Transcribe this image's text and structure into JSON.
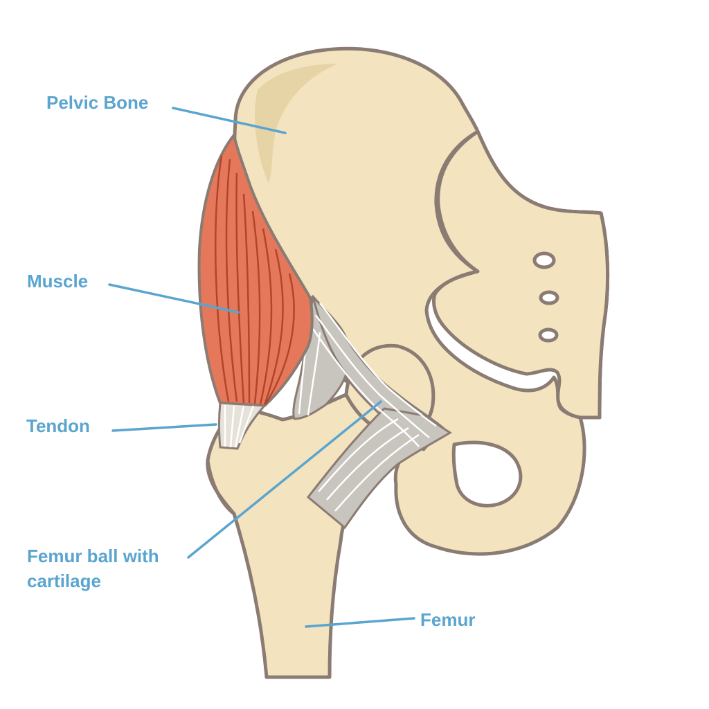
{
  "labels": {
    "pelvic_bone": "Pelvic Bone",
    "muscle": "Muscle",
    "tendon": "Tendon",
    "femur_ball_line1": "Femur ball with",
    "femur_ball_line2": "cartilage",
    "femur": "Femur"
  },
  "colors": {
    "bone_fill": "#f3e3bf",
    "bone_shadow": "#e7d4a6",
    "outline": "#8a7b73",
    "muscle": "#e5785b",
    "tendon": "#e6e1d9",
    "ligament": "#c8c4be",
    "label": "#5aa5cf"
  }
}
